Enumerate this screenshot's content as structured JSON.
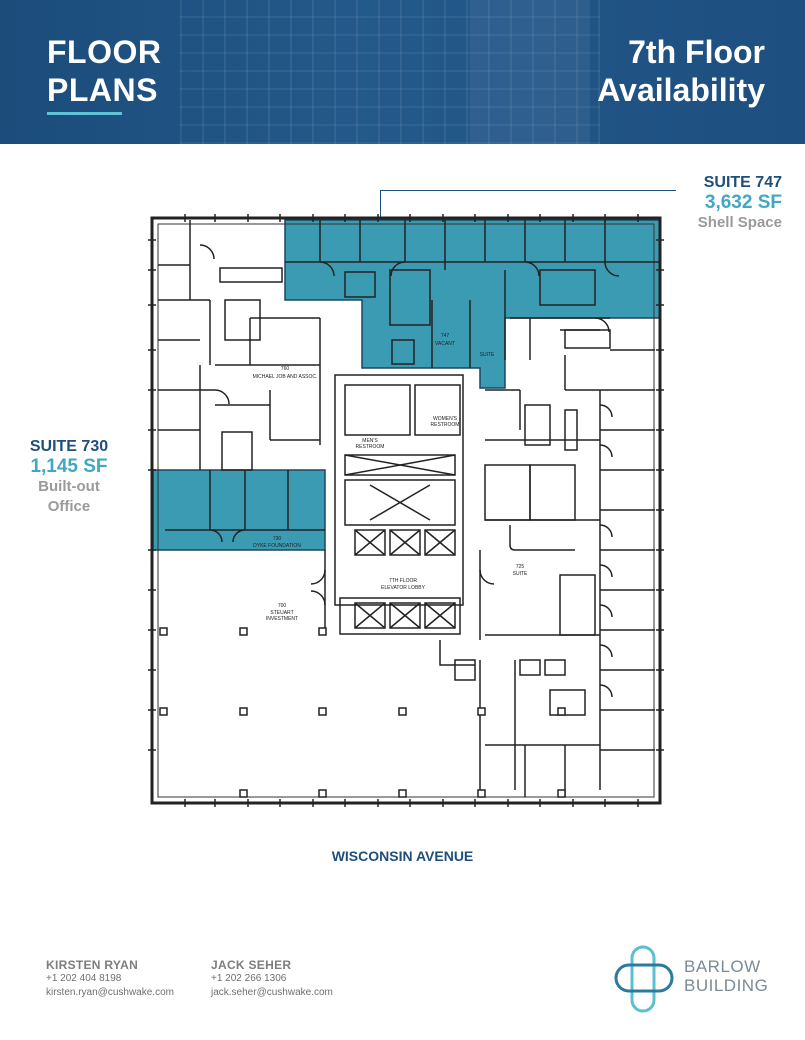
{
  "header": {
    "title_line1": "FLOOR",
    "title_line2": "PLANS",
    "subtitle_line1": "7th Floor",
    "subtitle_line2": "Availability"
  },
  "suites": {
    "s747": {
      "name": "SUITE 747",
      "area": "3,632 SF",
      "type": "Shell Space"
    },
    "s730": {
      "name": "SUITE 730",
      "area": "1,145 SF",
      "type_line1": "Built-out",
      "type_line2": "Office"
    }
  },
  "plan_labels": {
    "michael": "MICHAEL JOB AND ASSOC.",
    "michael_num": "760",
    "vacant": "VACANT",
    "vacant_num": "747",
    "suite_small": "SUITE",
    "lobby_1": "7TH FLOOR",
    "lobby_2": "ELEVATOR LOBBY",
    "foundation_num": "730",
    "foundation": "DYKE FOUNDATION",
    "steuart_num": "700",
    "steuart_1": "STEUART",
    "steuart_2": "INVESTMENT",
    "suite_725_num": "725",
    "suite_725": "SUITE",
    "mens": "MEN'S",
    "restroom": "RESTROOM",
    "womens": "WOMEN'S"
  },
  "street": "WISCONSIN AVENUE",
  "contacts": [
    {
      "name": "KIRSTEN RYAN",
      "phone": "+1 202 404 8198",
      "email": "kirsten.ryan@cushwake.com"
    },
    {
      "name": "JACK SEHER",
      "phone": "+1 202 266 1306",
      "email": "jack.seher@cushwake.com"
    }
  ],
  "logo": {
    "line1": "BARLOW",
    "line2": "BUILDING"
  },
  "colors": {
    "navy": "#1e4f7c",
    "teal_fill": "#3b9bb2",
    "light_teal": "#3fa8c4",
    "banner": "#1f5282"
  }
}
